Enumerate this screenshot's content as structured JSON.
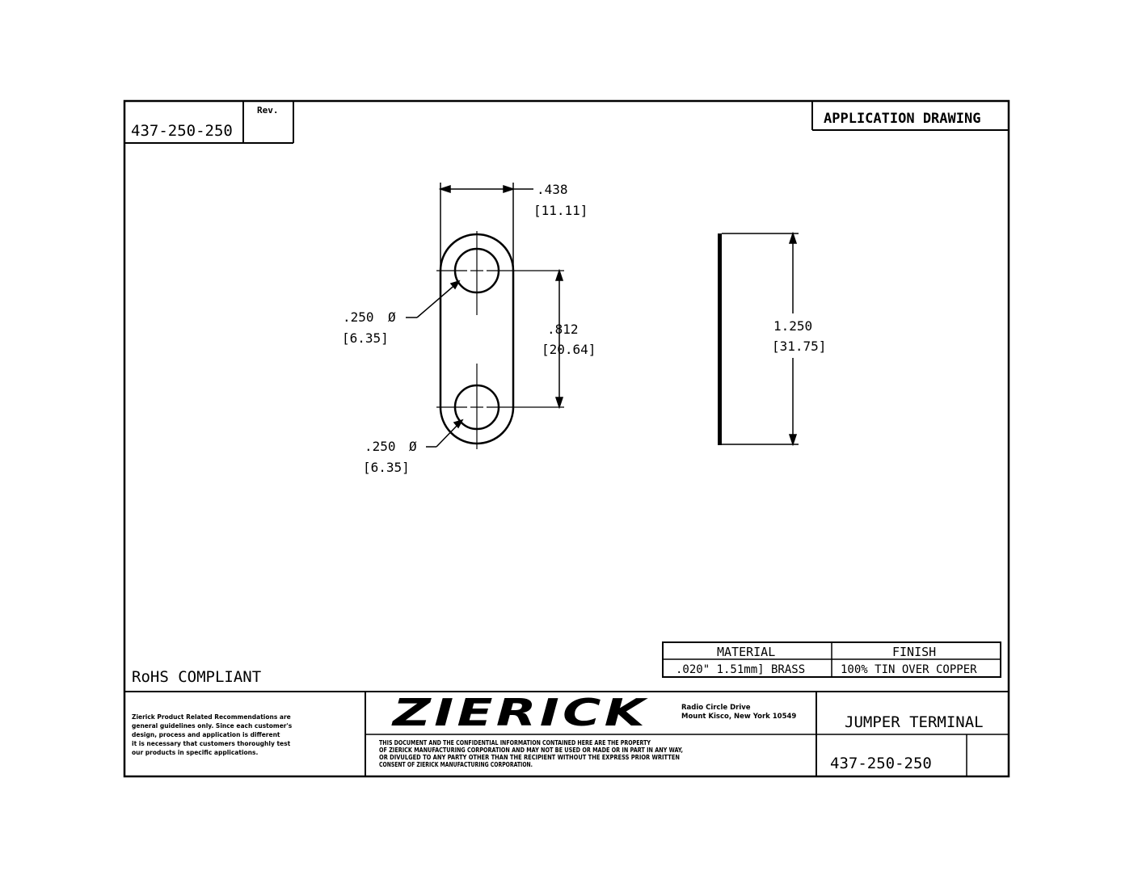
{
  "title_block": {
    "part_number_top": "437-250-250",
    "rev_label": "Rev.",
    "drawing_type": "APPLICATION DRAWING",
    "rohs": "RoHS COMPLIANT",
    "material_header": "MATERIAL",
    "material_value": ".020\" 1.51mm] BRASS",
    "finish_header": "FINISH",
    "finish_value": "100% TIN OVER COPPER",
    "company_logo": "ZIERICK",
    "address_line1": "Radio Circle Drive",
    "address_line2": "Mount Kisco, New York 10549",
    "disclaimer_lines": [
      "Zierick Product Related Recommendations are",
      "general guidelines only. Since each customer's",
      "design, process and application is different",
      "it is necessary that customers thoroughly test",
      "our products in specific applications."
    ],
    "proprietary_lines": [
      "THIS DOCUMENT AND THE CONFIDENTIAL INFORMATION CONTAINED HERE ARE THE PROPERTY",
      "OF ZIERICK MANUFACTURING CORPORATION AND MAY NOT BE USED OR MADE OR IN PART IN ANY WAY,",
      "OR DIVULGED TO ANY PARTY OTHER THAN THE RECIPIENT WITHOUT THE EXPRESS PRIOR WRITTEN",
      "CONSENT OF ZIERICK MANUFACTURING CORPORATION."
    ],
    "part_name": "JUMPER TERMINAL",
    "part_number_bottom": "437-250-250"
  },
  "dimensions": {
    "width_in": ".438",
    "width_mm": "[11.11]",
    "hole_top_in": ".250",
    "hole_top_mm": "[6.35]",
    "hole_bottom_in": ".250",
    "hole_bottom_mm": "[6.35]",
    "hole_spacing_in": ".812",
    "hole_spacing_mm": "[20.64]",
    "length_in": "1.250",
    "length_mm": "[31.75]",
    "diameter_symbol": "Ø"
  }
}
